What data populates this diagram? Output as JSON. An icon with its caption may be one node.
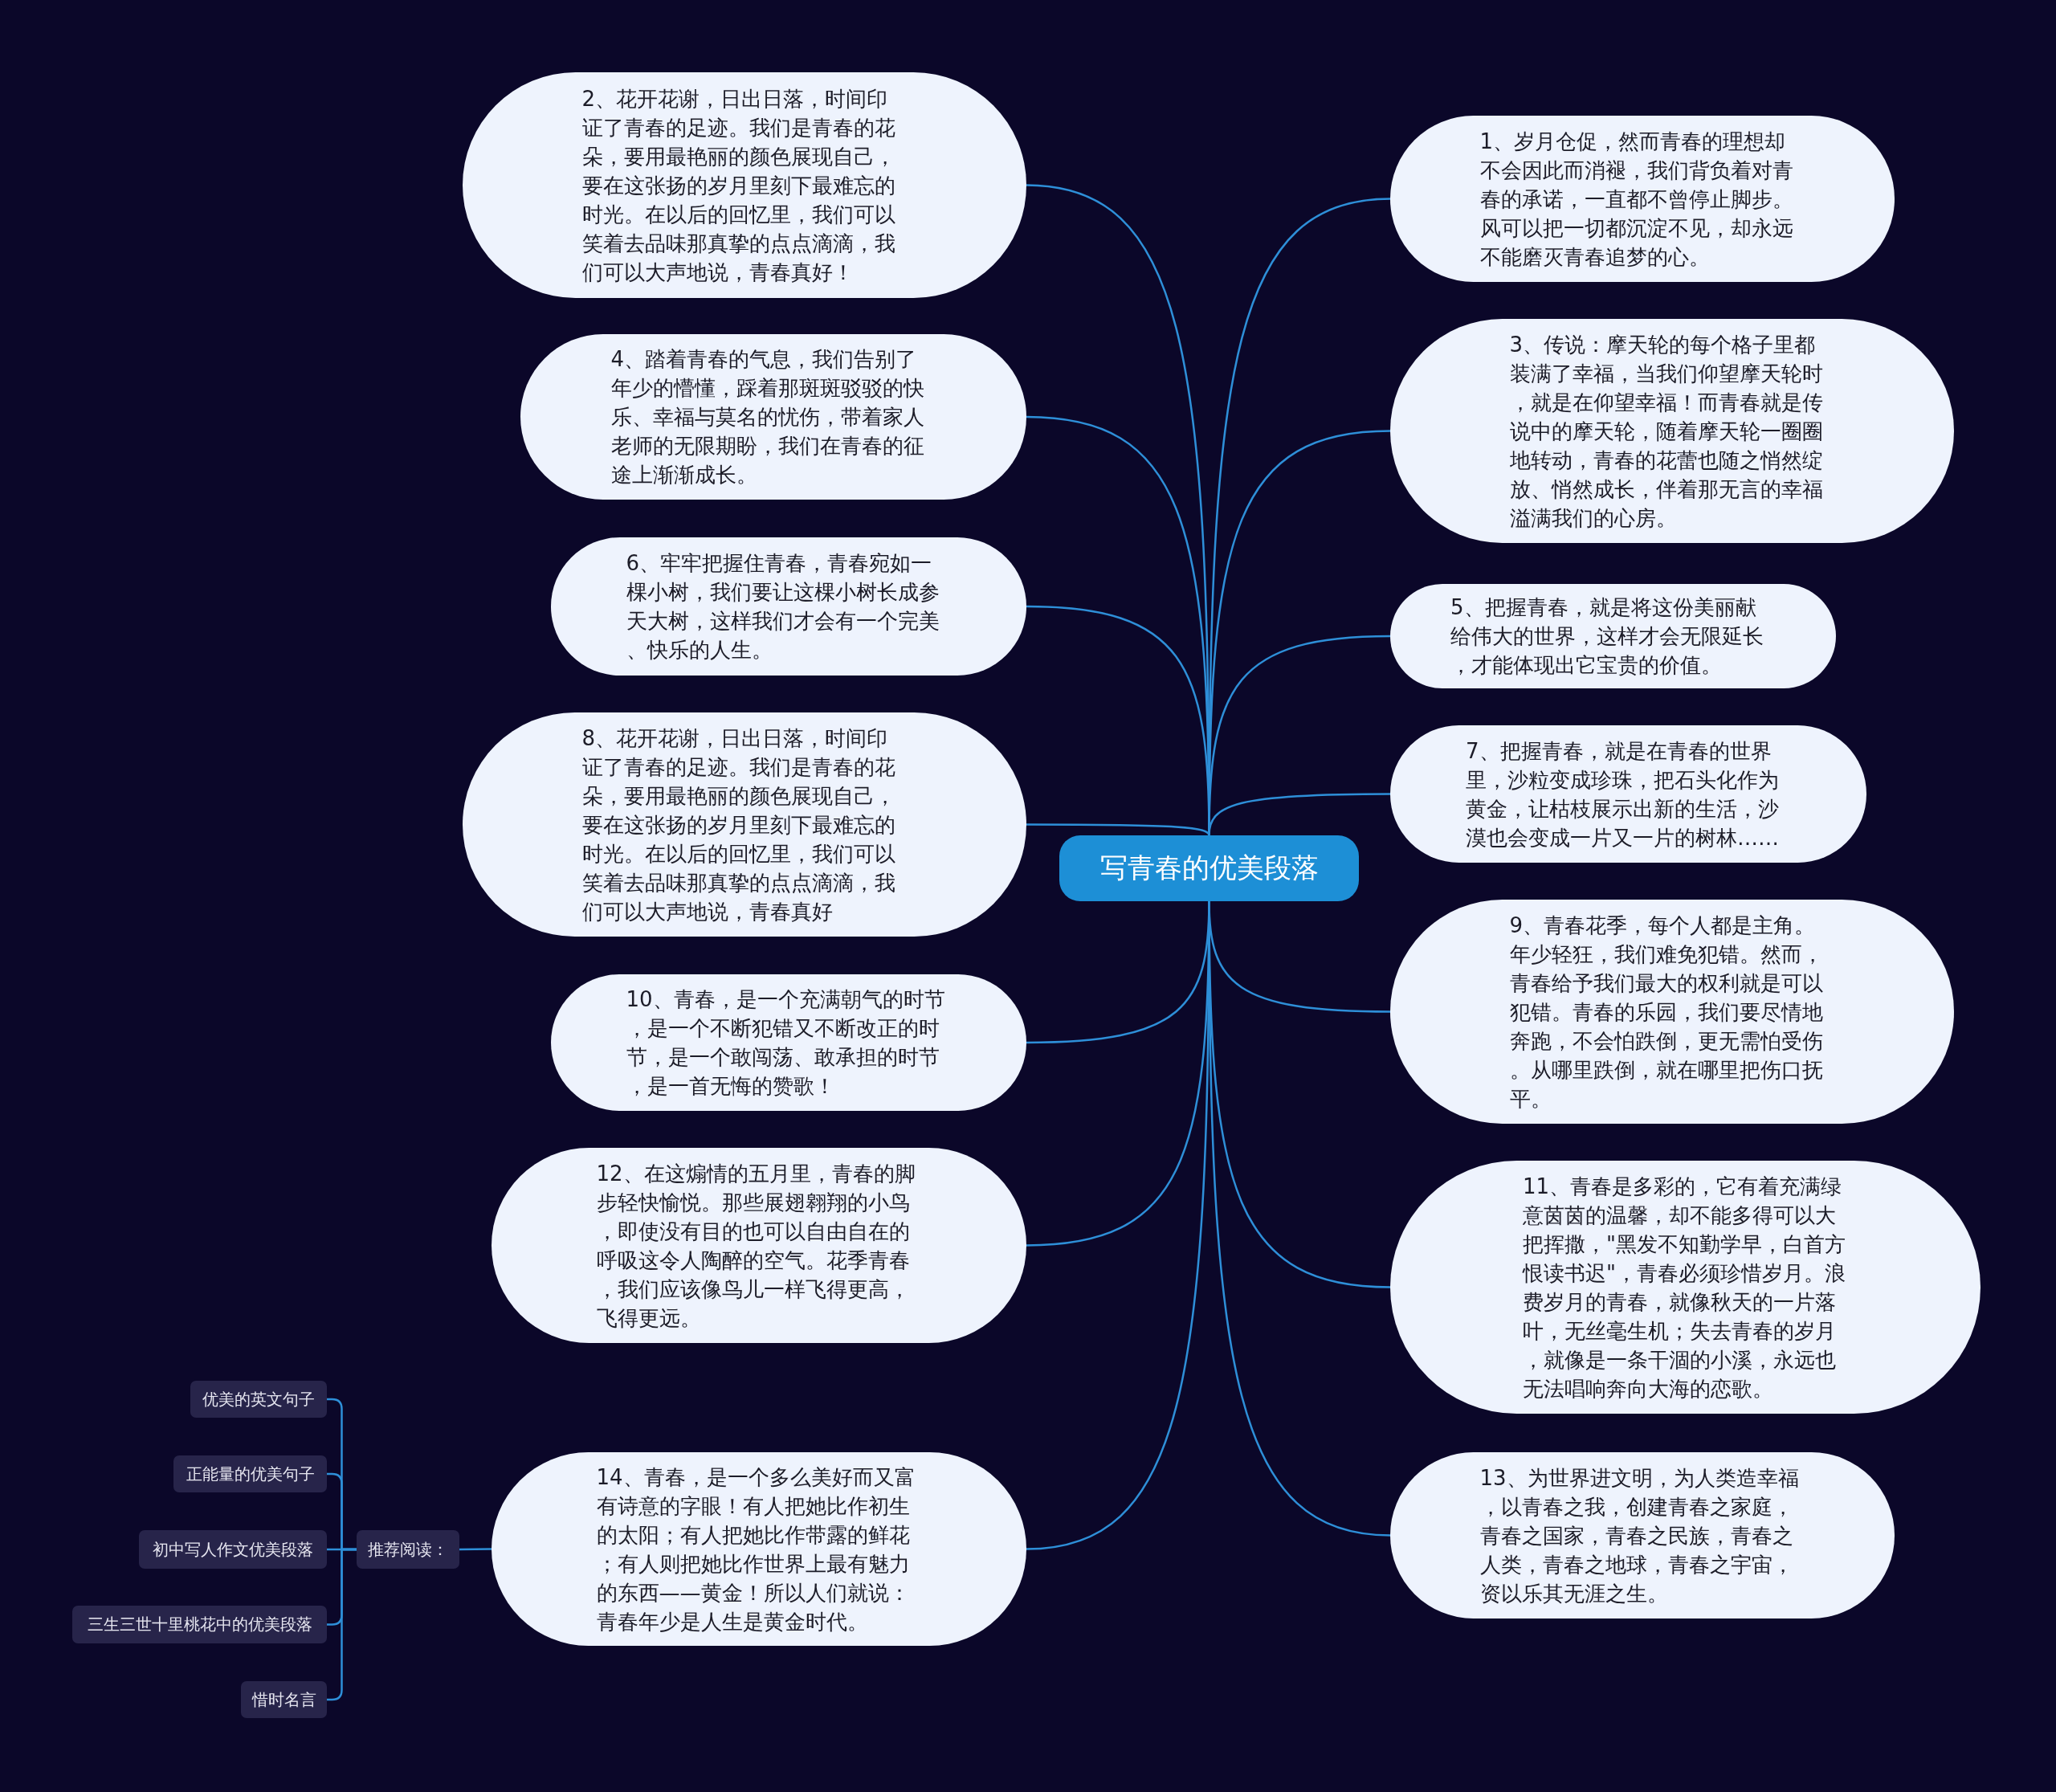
{
  "diagram": {
    "nodes": [
      {
        "text": [
          "写青春的优美段落"
        ]
      },
      {
        "text": [
          "2、花开花谢，日出日落，时间印证了青春的足迹。我们是青春的花朵，要用最艳丽的颜色展现自己，要在这张扬的岁月里刻下最难忘的时光。在以后的回忆里，我们可以笑着去品味那真挚的点点滴滴，我们可以大声地说，青春真好！"
        ]
      },
      {
        "text": [
          "4、踏着青春的气息，我们告别了年少的懵懂，踩着那斑斑驳驳的快乐、幸福与莫名的忧伤，带着家人老师的无限期盼，我们在青春的征途上渐渐成长。"
        ]
      },
      {
        "text": [
          "6、牢牢把握住青春，青春宛如一棵小树，我们要让这棵小树长成参天大树，这样我们才会有一个完美、快乐的人生。"
        ]
      },
      {
        "text": [
          "8、花开花谢，日出日落，时间印证了青春的足迹。我们是青春的花朵，要用最艳丽的颜色展现自己，要在这张扬的岁月里刻下最难忘的时光。在以后的回忆里，我们可以笑着去品味那真挚的点点滴滴，我们可以大声地说，青春真好"
        ]
      },
      {
        "text": [
          "10、青春，是一个充满朝气的时节，是一个不断犯错又不断改正的时节，是一个敢闯荡、敢承担的时节，是一首无悔的赞歌！"
        ]
      },
      {
        "text": [
          "12、在这煽情的五月里，青春的脚步轻快愉悦。那些展翅翱翔的小鸟，即使没有目的也可以自由自在的呼吸这令人陶醉的空气。花季青春，我们应该像鸟儿一样飞得更高，飞得更远。"
        ]
      },
      {
        "text": [
          "14、青春，是一个多么美好而又富有诗意的字眼！有人把她比作初生的太阳；有人把她比作带露的鲜花；有人则把她比作世界上最有魅力的东西——黄金！所以人们就说：青春年少是人生是黄金时代。"
        ]
      },
      {
        "text": [
          "1、岁月仓促，然而青春的理想却不会因此而消褪，我们背负着对青春的承诺，一直都不曾停止脚步。风可以把一切都沉淀不见，却永远不能磨灭青春追梦的心。"
        ]
      },
      {
        "text": [
          "3、传说：摩天轮的每个格子里都装满了幸福，当我们仰望摩天轮时，就是在仰望幸福！而青春就是传说中的摩天轮，随着摩天轮一圈圈地转动，青春的花蕾也随之悄然绽放、悄然成长，伴着那无言的幸福溢满我们的心房。"
        ]
      },
      {
        "text": [
          "5、把握青春，就是将这份美丽献给伟大的世界，这样才会无限延长，才能体现出它宝贵的价值。"
        ]
      },
      {
        "text": [
          "7、把握青春，就是在青春的世界里，沙粒变成珍珠，把石头化作为黄金，让枯枝展示出新的生活，沙漠也会变成一片又一片的树林……"
        ]
      },
      {
        "text": [
          "9、青春花季，每个人都是主角。年少轻狂，我们难免犯错。然而，青春给予我们最大的权利就是可以犯错。青春的乐园，我们要尽情地奔跑，不会怕跌倒，更无需怕受伤。从哪里跌倒，就在哪里把伤口抚平。"
        ]
      },
      {
        "text": [
          "11、青春是多彩的，它有着充满绿意茵茵的温馨，却不能多得可以大把挥撒，\"黑发不知勤学早，白首方恨读书迟\"，青春必须珍惜岁月。浪费岁月的青春，就像秋天的一片落叶，无丝毫生机；失去青春的岁月，就像是一条干涸的小溪，永远也无法唱响奔向大海的恋歌。"
        ]
      },
      {
        "text": [
          "13、为世界进文明，为人类造幸福，以青春之我，创建青春之家庭，青春之国家，青春之民族，青春之人类，青春之地球，青春之宇宙，资以乐其无涯之生。"
        ]
      },
      {
        "text": [
          "推荐阅读："
        ]
      },
      {
        "text": [
          "优美的英文句子"
        ]
      },
      {
        "text": [
          "正能量的优美句子"
        ]
      },
      {
        "text": [
          "初中写人作文优美段落"
        ]
      },
      {
        "text": [
          "三生三世十里桃花中的优美段落"
        ]
      },
      {
        "text": [
          "惜时名言"
        ]
      }
    ],
    "edges": [
      {
        "from": 0,
        "to": 1,
        "arrow": "none"
      },
      {
        "from": 0,
        "to": 2,
        "arrow": "none"
      },
      {
        "from": 0,
        "to": 3,
        "arrow": "none"
      },
      {
        "from": 0,
        "to": 4,
        "arrow": "none"
      },
      {
        "from": 0,
        "to": 5,
        "arrow": "none"
      },
      {
        "from": 0,
        "to": 6,
        "arrow": "none"
      },
      {
        "from": 0,
        "to": 7,
        "arrow": "none"
      },
      {
        "from": 0,
        "to": 8,
        "arrow": "none"
      },
      {
        "from": 0,
        "to": 9,
        "arrow": "none"
      },
      {
        "from": 0,
        "to": 10,
        "arrow": "none"
      },
      {
        "from": 0,
        "to": 11,
        "arrow": "none"
      },
      {
        "from": 0,
        "to": 12,
        "arrow": "none"
      },
      {
        "from": 0,
        "to": 13,
        "arrow": "none"
      },
      {
        "from": 0,
        "to": 14,
        "arrow": "none"
      },
      {
        "from": 7,
        "to": 15,
        "arrow": "none"
      },
      {
        "from": 15,
        "to": 16,
        "arrow": "none"
      },
      {
        "from": 15,
        "to": 17,
        "arrow": "none"
      },
      {
        "from": 15,
        "to": 18,
        "arrow": "none"
      },
      {
        "from": 15,
        "to": 19,
        "arrow": "none"
      },
      {
        "from": 15,
        "to": 20,
        "arrow": "none"
      }
    ]
  }
}
